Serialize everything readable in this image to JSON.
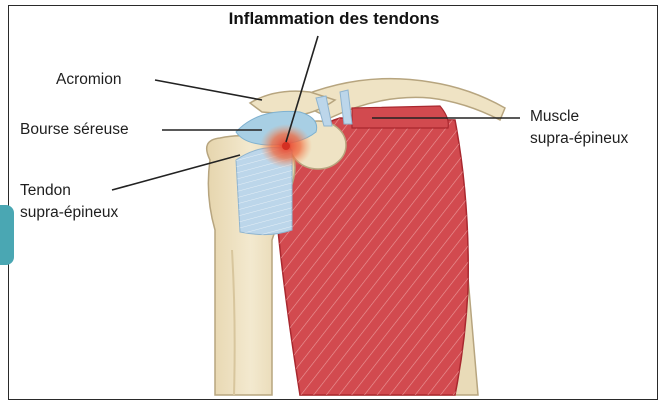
{
  "title": "Inflammation des tendons",
  "labels": {
    "acromion": "Acromion",
    "bourse": "Bourse séreuse",
    "tendon_line1": "Tendon",
    "tendon_line2": "supra-épineux",
    "muscle_line1": "Muscle",
    "muscle_line2": "supra-épineux"
  },
  "colors": {
    "bone": "#efe3c4",
    "bone_outline": "#b7a57f",
    "muscle": "#d24a4f",
    "muscle_dark": "#a9282f",
    "tendon": "#bcd6ea",
    "bursa": "#a8cfe4",
    "inflammation": "#e8402f",
    "leader_line": "#222222",
    "side_tab": "#4aa7b3"
  }
}
